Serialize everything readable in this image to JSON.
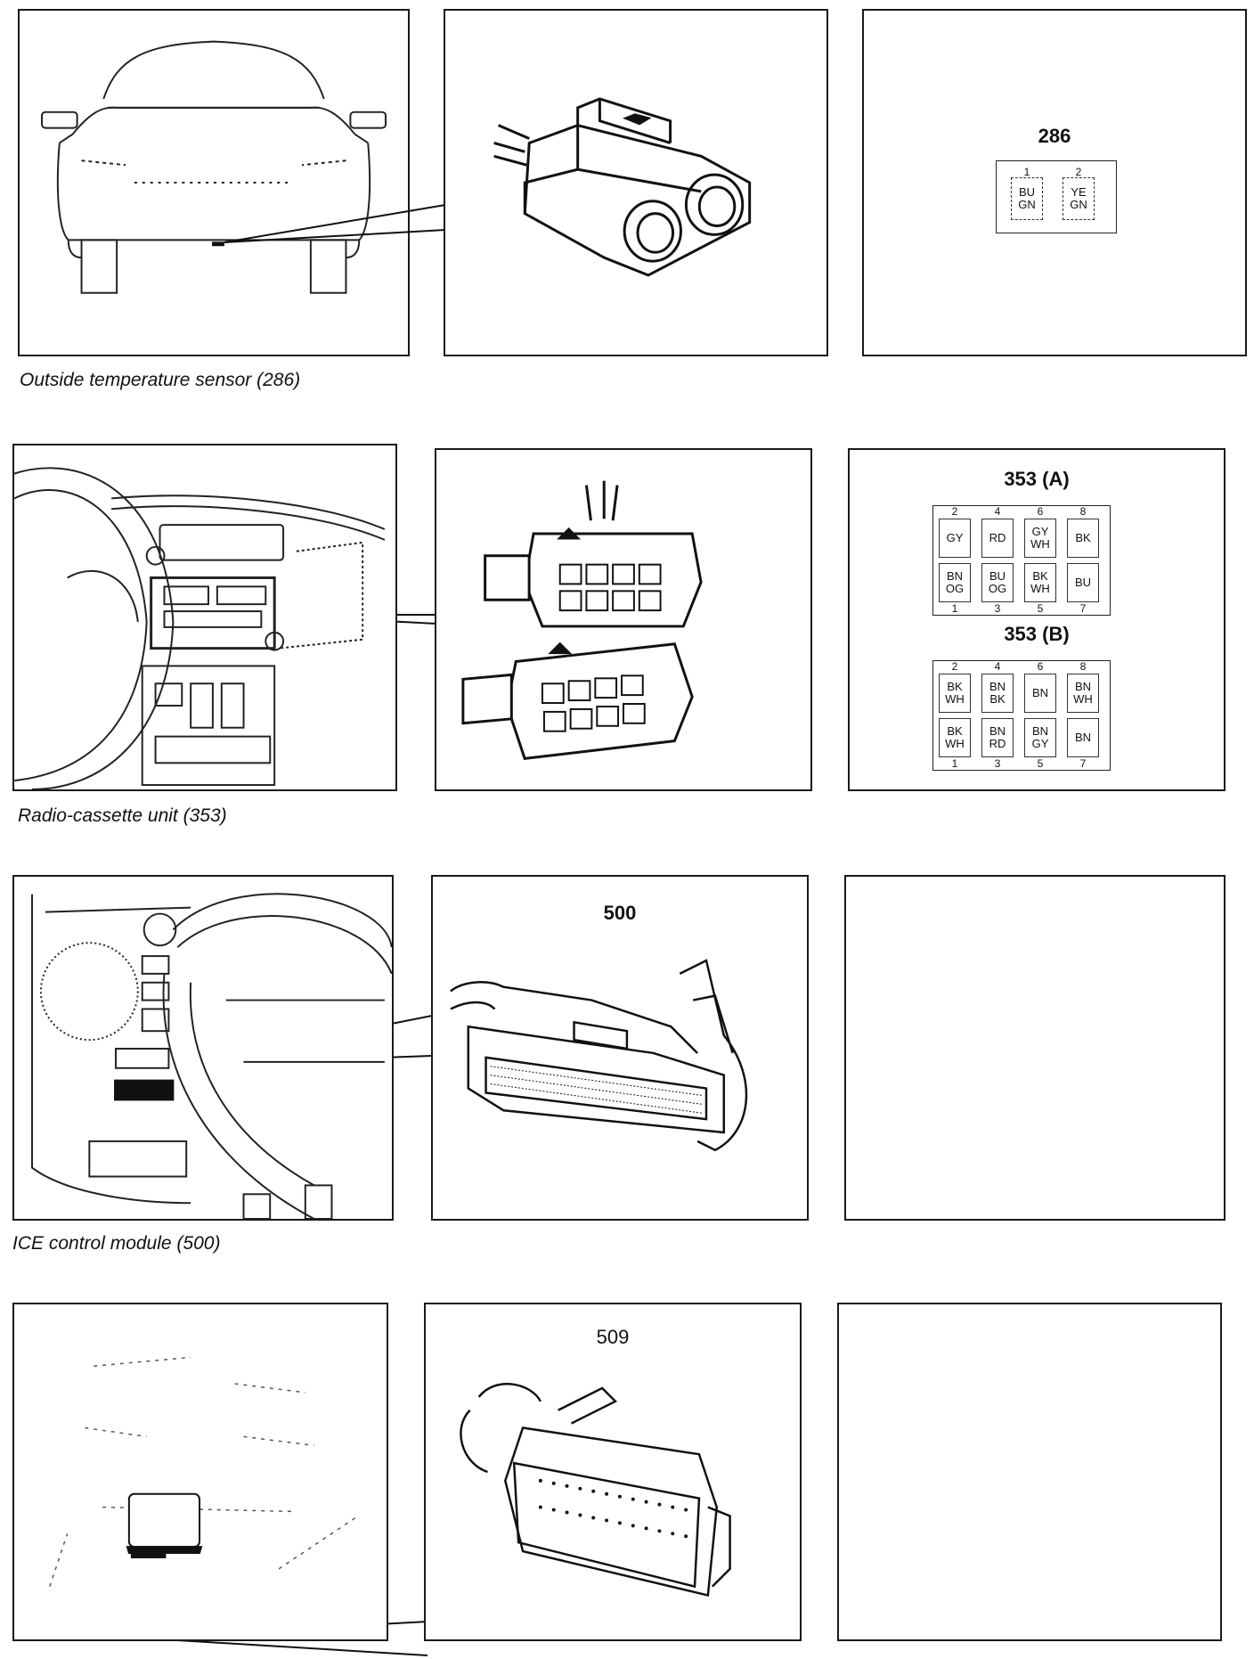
{
  "sections": [
    {
      "caption": "Outside temperature sensor (286)"
    },
    {
      "caption": "Radio-cassette unit (353)"
    },
    {
      "caption": "ICE control module (500)"
    }
  ],
  "connector_286": {
    "title": "286",
    "pins": [
      {
        "num": "1",
        "top": "BU",
        "bottom": "GN"
      },
      {
        "num": "2",
        "top": "YE",
        "bottom": "GN"
      }
    ]
  },
  "connector_353a": {
    "title": "353 (A)",
    "top_numbers": [
      "2",
      "4",
      "6",
      "8"
    ],
    "bottom_numbers": [
      "1",
      "3",
      "5",
      "7"
    ],
    "top_row": [
      [
        "GY"
      ],
      [
        "RD"
      ],
      [
        "GY",
        "WH"
      ],
      [
        "BK"
      ]
    ],
    "bottom_row": [
      [
        "BN",
        "OG"
      ],
      [
        "BU",
        "OG"
      ],
      [
        "BK",
        "WH"
      ],
      [
        "BU"
      ]
    ]
  },
  "connector_353b": {
    "title": "353 (B)",
    "top_numbers": [
      "2",
      "4",
      "6",
      "8"
    ],
    "bottom_numbers": [
      "1",
      "3",
      "5",
      "7"
    ],
    "top_row": [
      [
        "BK",
        "WH"
      ],
      [
        "BN",
        "BK"
      ],
      [
        "BN"
      ],
      [
        "BN",
        "WH"
      ]
    ],
    "bottom_row": [
      [
        "BK",
        "WH"
      ],
      [
        "BN",
        "RD"
      ],
      [
        "BN",
        "GY"
      ],
      [
        "BN"
      ]
    ]
  },
  "module_500": {
    "label": "500"
  },
  "module_509": {
    "label": "509"
  }
}
